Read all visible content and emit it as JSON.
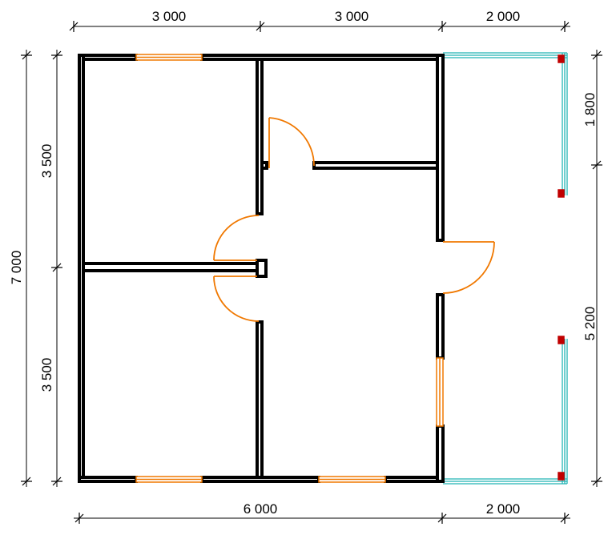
{
  "colors": {
    "walls": "#000000",
    "doors_windows": "#f07800",
    "terrace_rail": "#21b5b5",
    "posts": "#c00000",
    "dimension_lines": "#000000"
  },
  "dimensions": {
    "top": [
      "3 000",
      "3 000",
      "2 000"
    ],
    "bottom": [
      "6 000",
      "2 000"
    ],
    "left_outer": "7 000",
    "left_inner": [
      "3 500",
      "3 500"
    ],
    "right": [
      "1 800",
      "5 200"
    ]
  },
  "elements": {
    "windows": 4,
    "interior_doors": 3,
    "entry_door": 1,
    "terrace_posts": 4
  }
}
